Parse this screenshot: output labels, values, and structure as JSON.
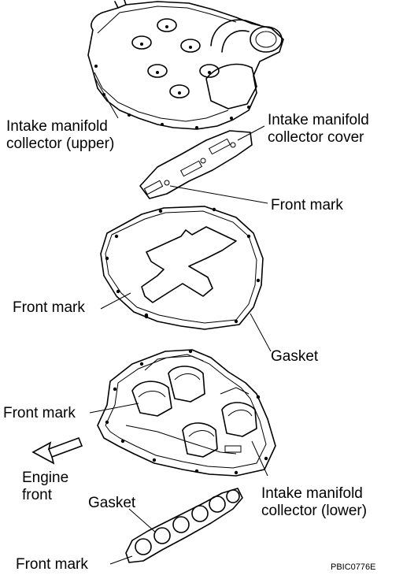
{
  "labels": {
    "upper_collector": [
      "Intake manifold",
      "collector (upper)"
    ],
    "collector_cover": [
      "Intake manifold",
      "collector cover"
    ],
    "front_mark_1": "Front mark",
    "front_mark_2": "Front mark",
    "gasket_1": "Gasket",
    "front_mark_3": "Front mark",
    "engine_front": [
      "Engine",
      "front"
    ],
    "gasket_2": "Gasket",
    "lower_collector": [
      "Intake manifold",
      "collector (lower)"
    ],
    "front_mark_4": "Front mark",
    "figure_code": "PBIC0776E"
  }
}
